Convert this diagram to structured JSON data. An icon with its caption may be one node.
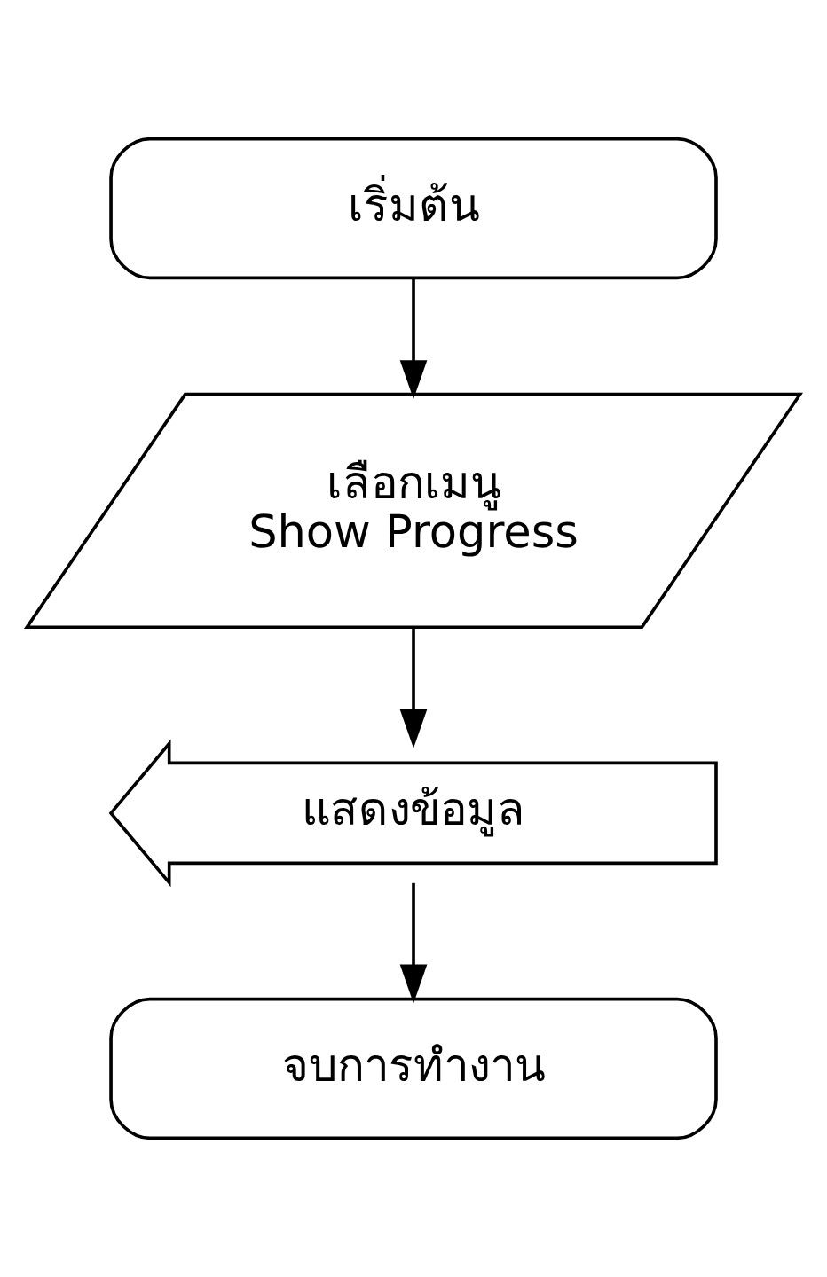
{
  "diagram": {
    "nodes": [
      {
        "text": [
          "เริ่มต้น"
        ]
      },
      {
        "text": [
          "เลือกเมนู",
          "Show Progress"
        ]
      },
      {
        "text": [
          "แสดงข้อมูล"
        ]
      },
      {
        "text": [
          "จบการทำงาน"
        ]
      }
    ],
    "edges": [
      {
        "from": 0,
        "to": 1,
        "arrow": "to"
      },
      {
        "from": 1,
        "to": 2,
        "arrow": "to"
      },
      {
        "from": 2,
        "to": 3,
        "arrow": "to"
      }
    ]
  }
}
